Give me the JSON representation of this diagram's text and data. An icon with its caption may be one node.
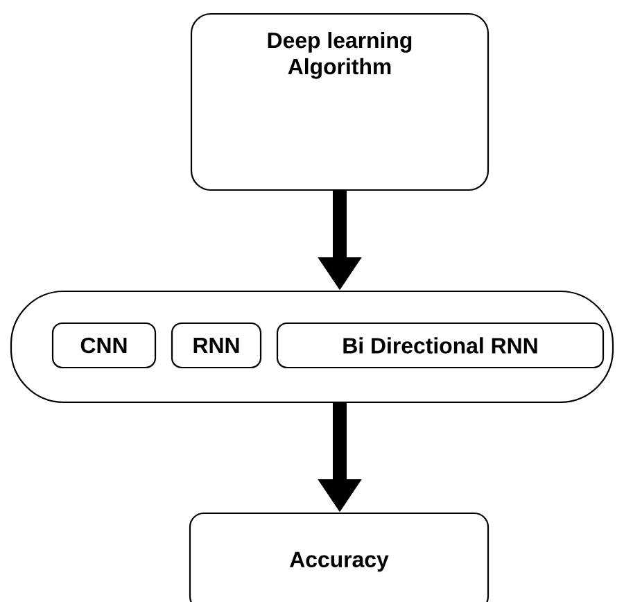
{
  "diagram": {
    "nodes": [
      {
        "text": [
          "Deep learning Algorithm"
        ]
      },
      {
        "text": [],
        "shape": "box"
      },
      {
        "text": [
          "CNN"
        ],
        "in": 1
      },
      {
        "text": [
          "RNN"
        ],
        "in": 1
      },
      {
        "text": [
          "Bi Directional RNN"
        ],
        "in": 1
      },
      {
        "text": [
          "Accuracy"
        ]
      }
    ],
    "edges": [
      {
        "from": 0,
        "to": 1,
        "arrow": "to"
      },
      {
        "from": 1,
        "to": 5,
        "arrow": "to"
      }
    ]
  }
}
